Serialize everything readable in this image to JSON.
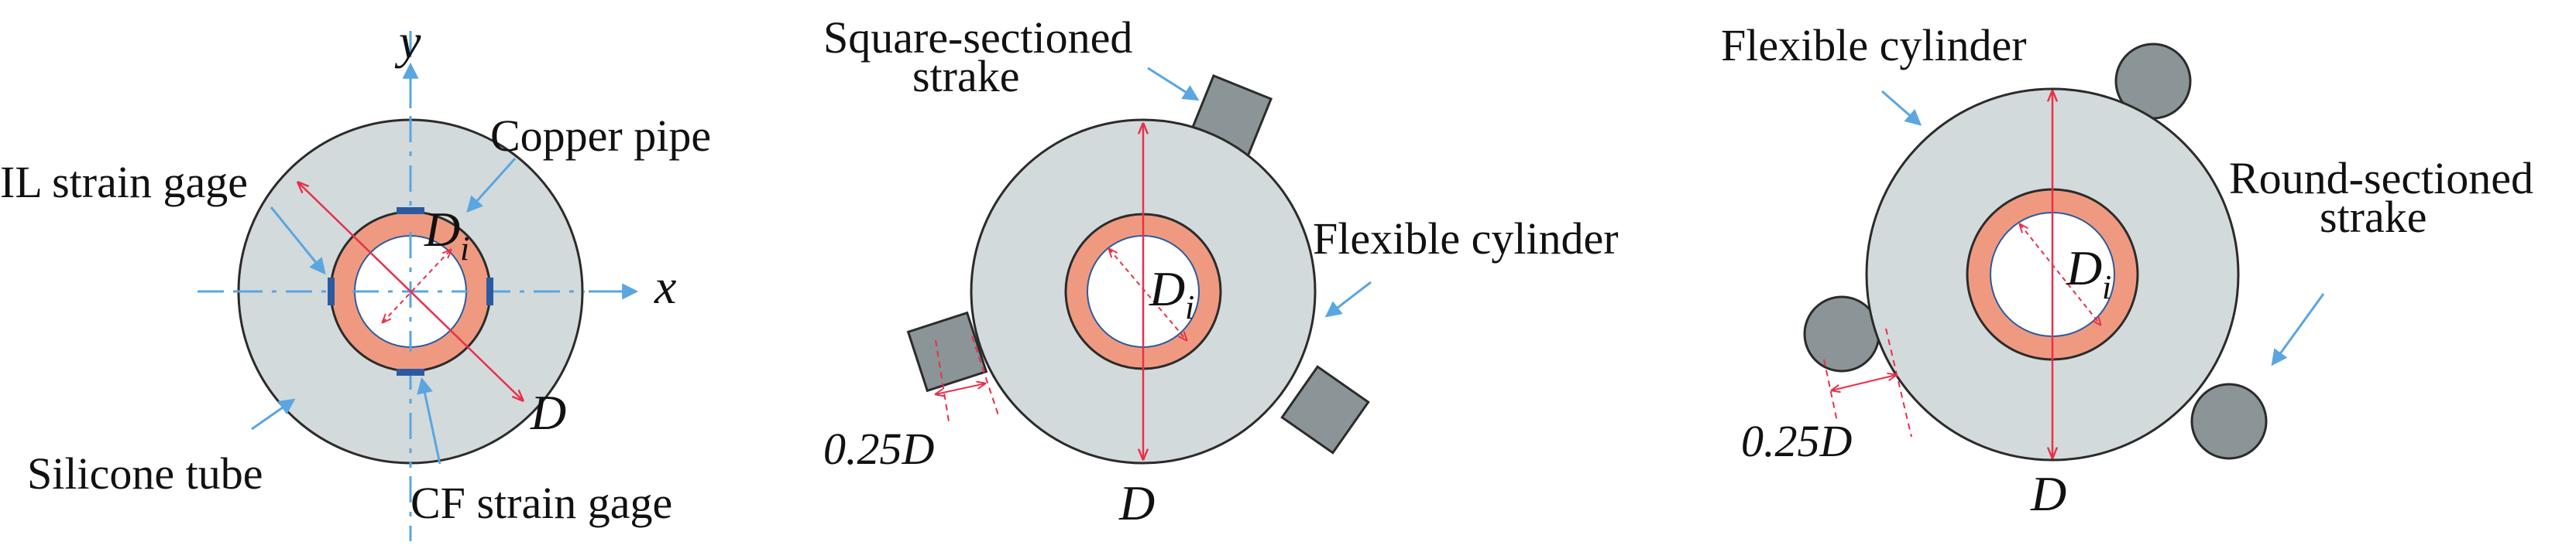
{
  "colors": {
    "tube": "#d3dadb",
    "copper": "#ef9a80",
    "bore": "#ffffff",
    "outline": "#2b2b2b",
    "axis": "#5aa6e0",
    "dim": "#e8304a",
    "gage": "#2c5aa0",
    "strake": "#8b9496"
  },
  "panel_a": {
    "axis_y": "y",
    "axis_x": "x",
    "copper_pipe": "Copper pipe",
    "il_gage": "IL strain gage",
    "silicone_tube": "Silicone tube",
    "cf_gage": "CF strain gage",
    "d_outer": "D",
    "d_inner": "D",
    "d_inner_sub": "i"
  },
  "panel_b": {
    "square_strake_line1": "Square-sectioned",
    "square_strake_line2": "strake",
    "flexible_cylinder": "Flexible cylinder",
    "d_inner": "D",
    "d_inner_sub": "i",
    "gap": "0.25D",
    "d_outer": "D"
  },
  "panel_c": {
    "flexible_cylinder": "Flexible cylinder",
    "round_strake_line1": "Round-sectioned",
    "round_strake_line2": "strake",
    "d_inner": "D",
    "d_inner_sub": "i",
    "gap": "0.25D",
    "d_outer": "D"
  }
}
